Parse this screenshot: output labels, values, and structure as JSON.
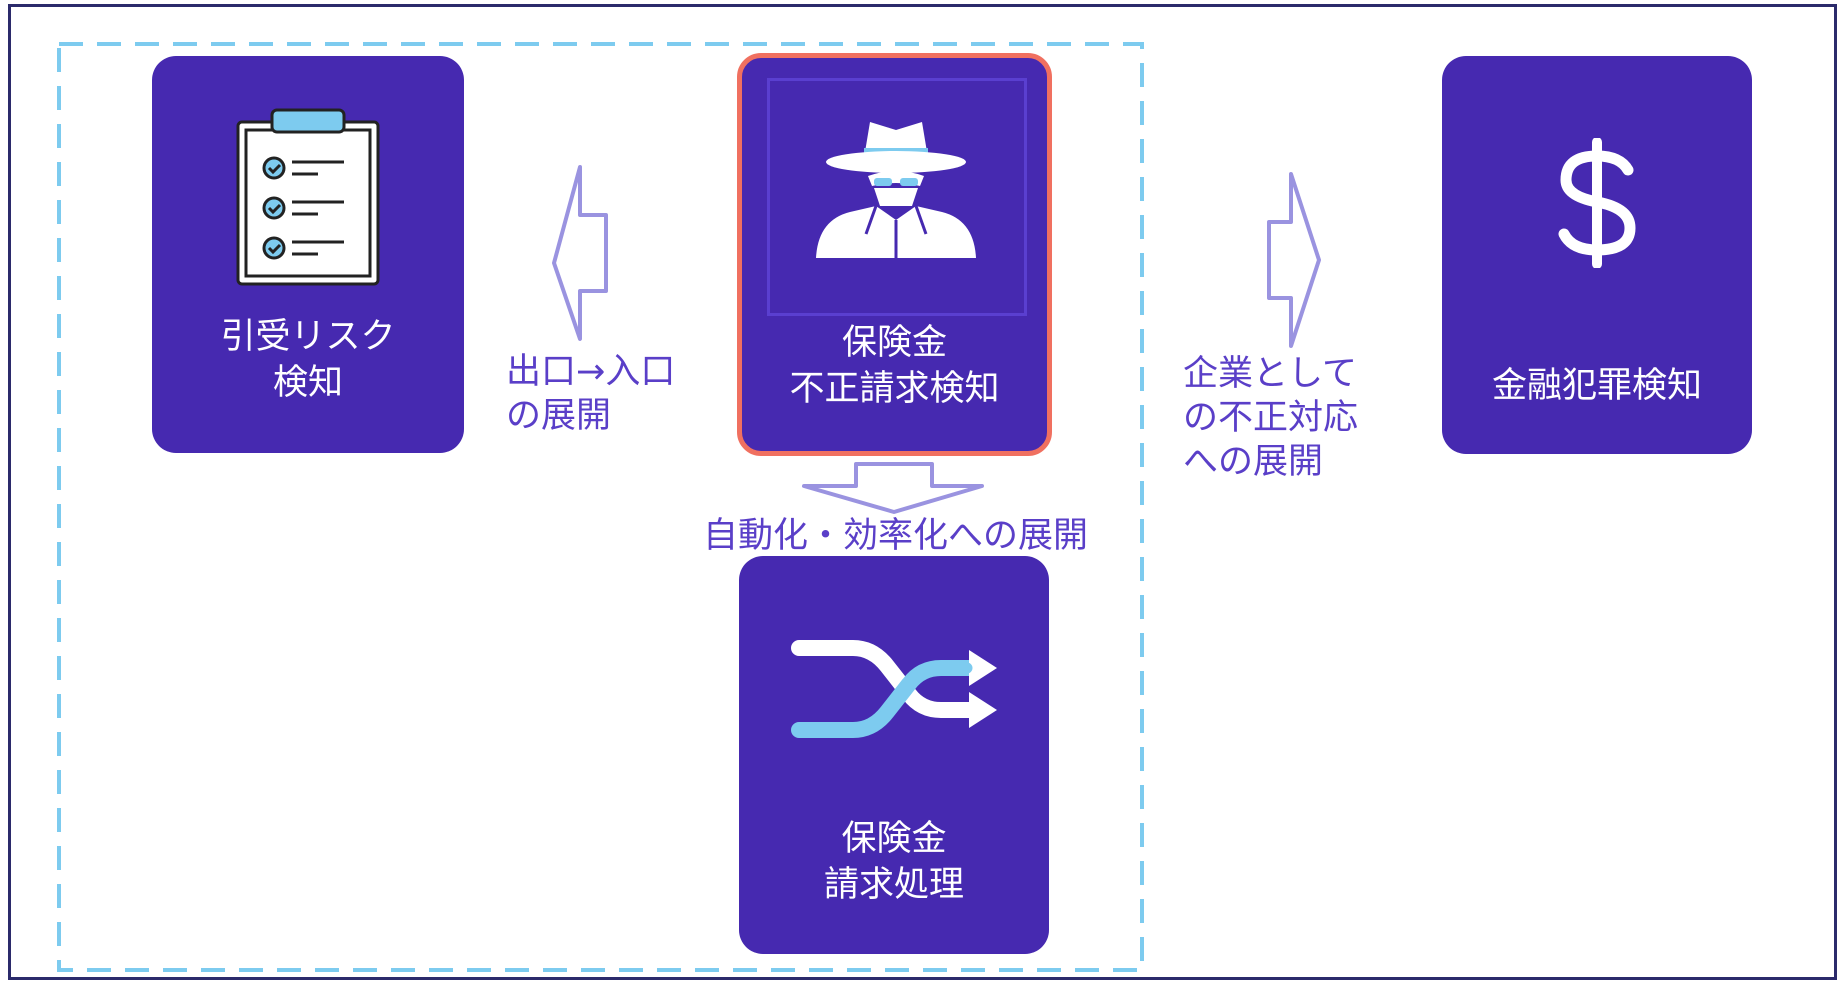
{
  "colors": {
    "card": "#4629b0",
    "frame": "#2b2a6b",
    "dashed_border": "#7dcbef",
    "highlight": "#f07060",
    "arrow": "#9a93e0",
    "annotation_text": "#5a3fc8"
  },
  "nodes": {
    "underwriting": {
      "label": "引受リスク\n検知",
      "icon": "clipboard-checklist-icon"
    },
    "fraud_claim": {
      "label": "保険金\n不正請求検知",
      "icon": "spy-detective-icon"
    },
    "financial_crime": {
      "label": "金融犯罪検知",
      "icon": "dollar-sign-icon"
    },
    "claim_processing": {
      "label": "保険金\n請求処理",
      "icon": "shuffle-arrows-icon"
    }
  },
  "annotations": {
    "left": "出口→入口\nの展開",
    "right": "企業として\nの不正対応\nへの展開",
    "down": "自動化・効率化への展開"
  }
}
